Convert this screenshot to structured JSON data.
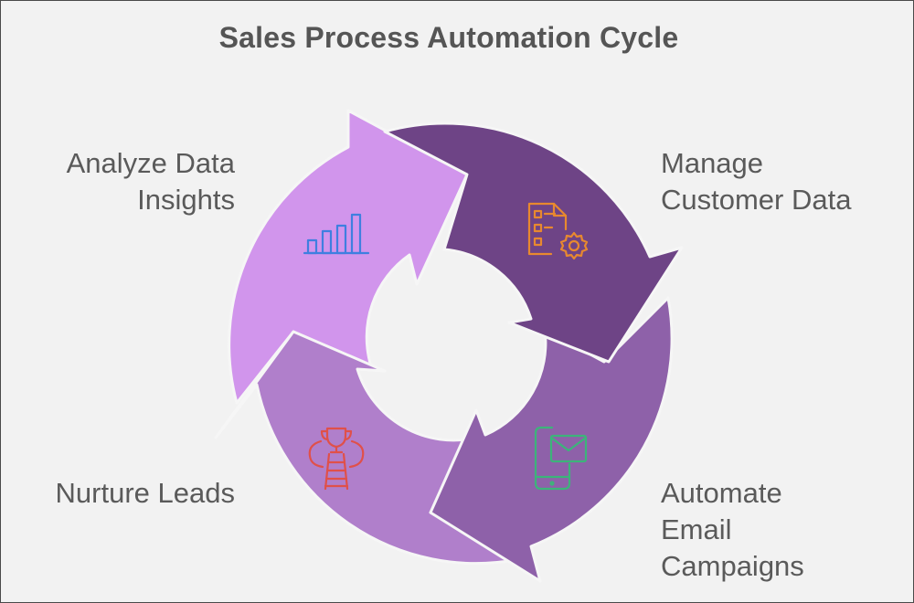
{
  "title": "Sales Process Automation Cycle",
  "colors": {
    "background": "#f2f2f2",
    "segment_manage": "#6e4486",
    "segment_email": "#8e61a9",
    "segment_nurture": "#b07fcb",
    "segment_analyze": "#d195ec",
    "icon_manage": "#e8892f",
    "icon_email": "#3cb47a",
    "icon_nurture": "#e0504a",
    "icon_analyze": "#3f7fe0",
    "text": "#5a5a5a"
  },
  "steps": [
    {
      "id": "manage",
      "label_lines": [
        "Manage",
        "Customer Data"
      ],
      "icon": "document-gear-icon"
    },
    {
      "id": "email",
      "label_lines": [
        "Automate",
        "Email",
        "Campaigns"
      ],
      "icon": "phone-mail-icon"
    },
    {
      "id": "nurture",
      "label_lines": [
        "Nurture Leads"
      ],
      "icon": "ladder-trophy-icon"
    },
    {
      "id": "analyze",
      "label_lines": [
        "Analyze Data",
        "Insights"
      ],
      "icon": "bar-chart-icon"
    }
  ]
}
